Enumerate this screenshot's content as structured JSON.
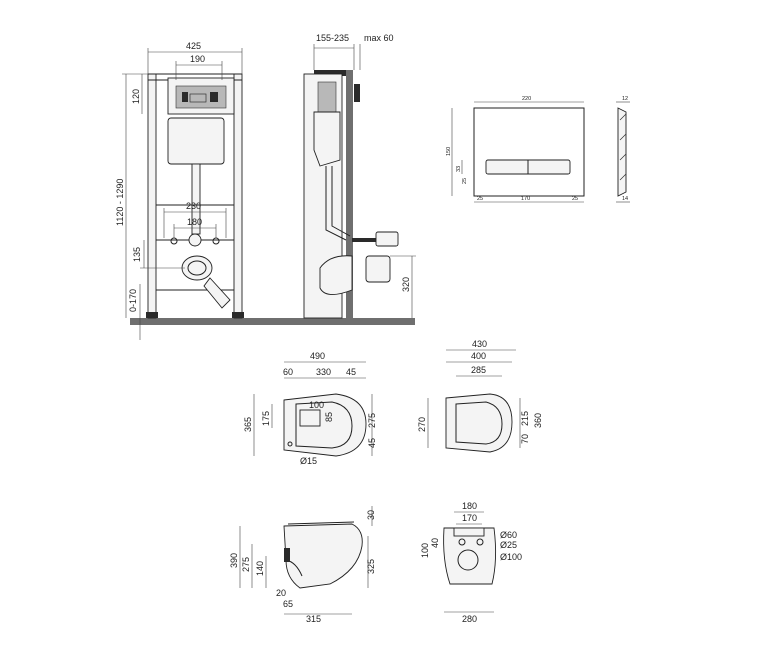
{
  "frame_front": {
    "width_total": "425",
    "width_panel": "190",
    "height_top": "120",
    "height_range": "1120 - 1290",
    "bolt_spacing_outer": "230",
    "bolt_spacing_inner": "180",
    "outlet_height": "135",
    "leg_adjust": "0-170"
  },
  "frame_side": {
    "depth_range": "155-235",
    "max_label": "max 60",
    "outlet_height": "320"
  },
  "flush_plate": {
    "width": "220",
    "depth": "12",
    "height": "150",
    "button_h1": "33",
    "button_h2": "25",
    "margin_left": "25",
    "button_width": "170",
    "margin_right": "25",
    "thickness": "14"
  },
  "bowl_top": {
    "length": "490",
    "seg_a": "60",
    "seg_b": "330",
    "seg_c": "45",
    "width_total": "365",
    "width_half": "175",
    "outlet_w": "100",
    "outlet_h": "85",
    "right_w": "275",
    "bottom_gap": "45",
    "hole_dia": "Ø15"
  },
  "seat_top": {
    "length_total": "430",
    "length_inner": "400",
    "hinge_span": "285",
    "width_left": "270",
    "width_right_a": "215",
    "width_right_b": "360",
    "hinge_offset": "70"
  },
  "bowl_side": {
    "seat_thickness": "30",
    "height_total": "390",
    "height_mid": "275",
    "outlet_center": "140",
    "height_right": "325",
    "foot": "20",
    "outlet_depth": "65",
    "length": "315"
  },
  "bowl_back": {
    "width_top": "180",
    "width_inner": "170",
    "dia_large": "Ø60",
    "dia_small": "Ø25",
    "dia_outlet": "Ø100",
    "dim_100": "100",
    "dim_40": "40",
    "width_bottom": "280"
  }
}
